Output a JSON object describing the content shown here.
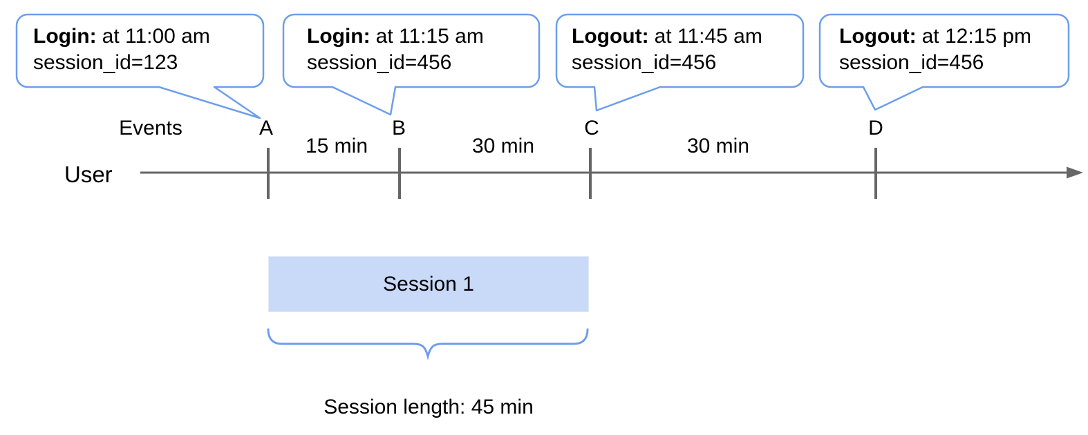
{
  "callouts": [
    {
      "event_id": "A",
      "action": "Login:",
      "time": "at 11:00 am",
      "session": "session_id=123"
    },
    {
      "event_id": "B",
      "action": "Login:",
      "time": "at 11:15 am",
      "session": "session_id=456"
    },
    {
      "event_id": "C",
      "action": "Logout:",
      "time": "at 11:45 am",
      "session": "session_id=456"
    },
    {
      "event_id": "D",
      "action": "Logout:",
      "time": "at 12:15 pm",
      "session": "session_id=456"
    }
  ],
  "timeline": {
    "events_axis_label": "Events",
    "user_label": "User",
    "intervals": [
      {
        "label": "15 min"
      },
      {
        "label": "30 min"
      },
      {
        "label": "30 min"
      }
    ]
  },
  "session": {
    "box_label": "Session 1",
    "length_caption": "Session length: 45 min"
  },
  "colors": {
    "callout_border": "#6d9eeb",
    "brace": "#6d9eeb",
    "session_fill": "#c9daf8",
    "timeline_gray": "#666666",
    "text": "#000000"
  }
}
